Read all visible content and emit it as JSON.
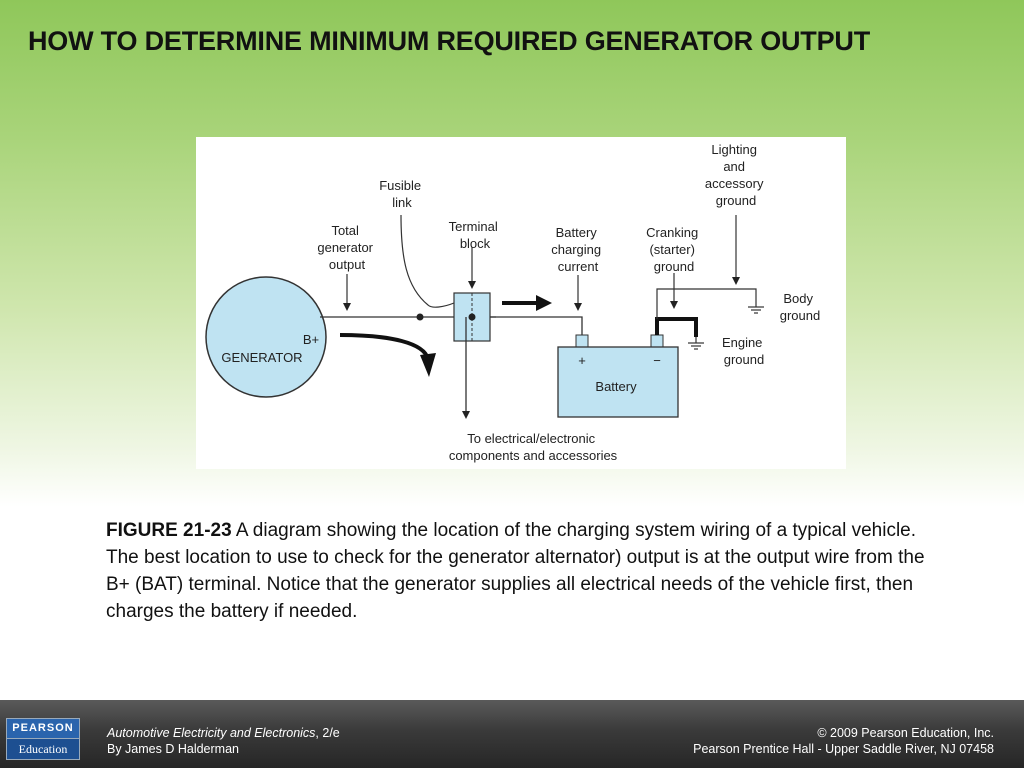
{
  "slide": {
    "title": "HOW TO DETERMINE MINIMUM REQUIRED GENERATOR OUTPUT"
  },
  "diagram": {
    "labels": {
      "fusible_link": [
        "Fusible",
        "link"
      ],
      "total_generator_output": [
        "Total",
        "generator",
        "output"
      ],
      "terminal_block": [
        "Terminal",
        "block"
      ],
      "battery_charging_current": [
        "Battery",
        "charging",
        "current"
      ],
      "cranking_ground": [
        "Cranking",
        "(starter)",
        "ground"
      ],
      "lighting_ground": [
        "Lighting",
        "and",
        "accessory",
        "ground"
      ],
      "body_ground": [
        "Body",
        "ground"
      ],
      "engine_ground": [
        "Engine",
        "ground"
      ],
      "generator_terminal": "B+",
      "generator": "GENERATOR",
      "battery_plus": "+",
      "battery_minus": "−",
      "battery": "Battery",
      "to_components": [
        "To electrical/electronic",
        "components and accessories"
      ]
    },
    "colors": {
      "generator_fill": "#bfe3f2",
      "battery_fill": "#bfe3f2",
      "wire": "#333333"
    }
  },
  "caption": {
    "figure_label": "FIGURE 21-23",
    "text": " A diagram showing the location of the charging system wiring of a typical vehicle. The best location to use to check for the generator alternator) output is at the output wire from the B+ (BAT) terminal. Notice that the generator supplies all electrical needs of the vehicle first, then charges the battery if needed."
  },
  "footer": {
    "logo_top": "PEARSON",
    "logo_bottom": "Education",
    "book_title": "Automotive Electricity and Electronics",
    "edition": ", 2/e",
    "author": "By James D Halderman",
    "copyright": "© 2009 Pearson Education, Inc.",
    "publisher": "Pearson Prentice Hall - Upper Saddle River, NJ 07458"
  }
}
